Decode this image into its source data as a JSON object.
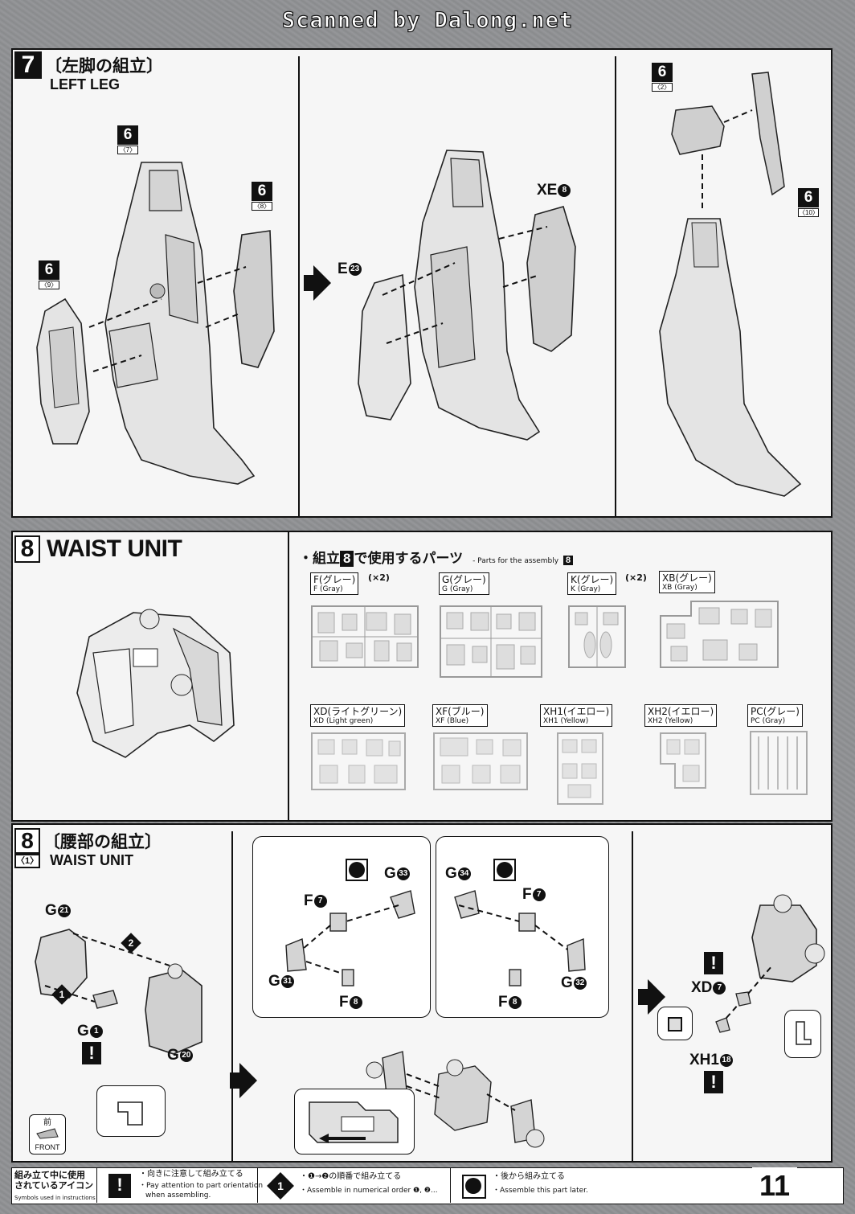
{
  "watermark": "Scanned by Dalong.net",
  "step7": {
    "number": "7",
    "title_jp": "〔左脚の組立〕",
    "title_en": "LEFT LEG",
    "tags": [
      {
        "num": "6",
        "sub": "〈7〉"
      },
      {
        "num": "6",
        "sub": "〈8〉"
      },
      {
        "num": "6",
        "sub": "〈9〉"
      },
      {
        "num": "6",
        "sub": "〈2〉"
      },
      {
        "num": "6",
        "sub": "〈10〉"
      }
    ],
    "part_labels": {
      "xe8": "XE",
      "e23": "E"
    },
    "part_nums": {
      "xe8": "8",
      "e23": "23"
    }
  },
  "step8": {
    "number": "8",
    "title_en": "WAIST UNIT",
    "parts_heading_jp_pre": "・組立",
    "parts_heading_num": "8",
    "parts_heading_jp_post": "で使用するパーツ",
    "parts_heading_en": "- Parts for the assembly",
    "runners": [
      {
        "jp": "F(グレー)",
        "en": "F (Gray)",
        "mult": "(×2)"
      },
      {
        "jp": "G(グレー)",
        "en": "G (Gray)",
        "mult": ""
      },
      {
        "jp": "K(グレー)",
        "en": "K (Gray)",
        "mult": "(×2)"
      },
      {
        "jp": "XB(グレー)",
        "en": "XB (Gray)",
        "mult": ""
      },
      {
        "jp": "XD(ライトグリーン)",
        "en": "XD (Light green)",
        "mult": ""
      },
      {
        "jp": "XF(ブルー)",
        "en": "XF (Blue)",
        "mult": ""
      },
      {
        "jp": "XH1(イエロー)",
        "en": "XH1 (Yellow)",
        "mult": ""
      },
      {
        "jp": "XH2(イエロー)",
        "en": "XH2 (Yellow)",
        "mult": ""
      },
      {
        "jp": "PC(グレー)",
        "en": "PC (Gray)",
        "mult": ""
      }
    ]
  },
  "step8_1": {
    "number": "8",
    "sub": "〈1〉",
    "title_jp": "〔腰部の組立〕",
    "title_en": "WAIST UNIT",
    "front_jp": "前",
    "front_en": "FRONT",
    "labels": {
      "g21": "G",
      "g1": "G",
      "g20": "G",
      "g33": "G",
      "g31": "G",
      "g34": "G",
      "g32": "G",
      "f7a": "F",
      "f8a": "F",
      "f7b": "F",
      "f8b": "F",
      "xd7": "XD",
      "xh118": "XH1"
    },
    "nums": {
      "g21": "21",
      "g1": "1",
      "g20": "20",
      "g33": "33",
      "g31": "31",
      "g34": "34",
      "g32": "32",
      "f7a": "7",
      "f8a": "8",
      "f7b": "7",
      "f8b": "8",
      "xd7": "7",
      "xh118": "18"
    },
    "order": [
      "1",
      "2"
    ]
  },
  "legend": {
    "title_jp_1": "組み立て中に使用",
    "title_jp_2": "されているアイコン",
    "title_en": "Symbols used in instructions",
    "icon1_symbol": "!",
    "icon1_jp": "・向きに注意して組み立てる",
    "icon1_en_1": "・Pay attention to part orientation",
    "icon1_en_2": "when assembling.",
    "icon2_symbol": "1",
    "icon2_jp": "・❶→❷の順番で組み立てる",
    "icon2_en": "・Assemble in numerical order ❶, ❷...",
    "icon3_jp": "・後から組み立てる",
    "icon3_en": "・Assemble this part later."
  },
  "page_number": "11"
}
